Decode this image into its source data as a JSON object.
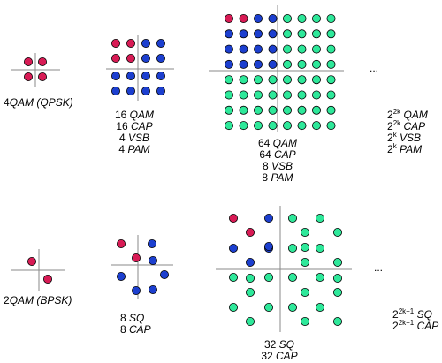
{
  "colors": {
    "red": "#d81b55",
    "blue": "#1c3fcf",
    "green": "#2ee89a",
    "axis": "#8a8a8a",
    "outline": "#000000"
  },
  "diagrams": [
    {
      "name": "qam4",
      "label": [
        [
          "4",
          ""
        ],
        [
          "QAM (QPSK)",
          "it"
        ]
      ]
    },
    {
      "name": "qam16",
      "label_lines": [
        [
          [
            "16 ",
            ""
          ],
          [
            "QAM",
            "it"
          ]
        ],
        [
          [
            "16 ",
            ""
          ],
          [
            "CAP",
            "it"
          ]
        ],
        [
          [
            "4 ",
            ""
          ],
          [
            "VSB",
            "it"
          ]
        ],
        [
          [
            "4 ",
            ""
          ],
          [
            "PAM",
            "it"
          ]
        ]
      ]
    },
    {
      "name": "qam64",
      "label_lines": [
        [
          [
            "64 ",
            ""
          ],
          [
            "QAM",
            "it"
          ]
        ],
        [
          [
            "64 ",
            ""
          ],
          [
            "CAP",
            "it"
          ]
        ],
        [
          [
            "8 ",
            ""
          ],
          [
            "VSB",
            "it"
          ]
        ],
        [
          [
            "8 ",
            ""
          ],
          [
            "PAM",
            "it"
          ]
        ]
      ]
    },
    {
      "name": "qam2",
      "label": [
        [
          "2",
          ""
        ],
        [
          "QAM (BPSK)",
          "it"
        ]
      ]
    },
    {
      "name": "sq8",
      "label_lines": [
        [
          [
            "8 ",
            ""
          ],
          [
            "SQ",
            "it"
          ]
        ],
        [
          [
            "8 ",
            ""
          ],
          [
            "CAP",
            "it"
          ]
        ]
      ]
    },
    {
      "name": "sq32",
      "label_lines": [
        [
          [
            "32 ",
            ""
          ],
          [
            "SQ",
            "it"
          ]
        ],
        [
          [
            "32 ",
            ""
          ],
          [
            "CAP",
            "it"
          ]
        ]
      ]
    }
  ],
  "general_top": [
    {
      "base": "2",
      "exp": "2k",
      "name": "QAM"
    },
    {
      "base": "2",
      "exp": "2k",
      "name": "CAP"
    },
    {
      "base": "2",
      "exp": "k",
      "name": "VSB"
    },
    {
      "base": "2",
      "exp": "k",
      "name": "PAM"
    }
  ],
  "general_bottom": [
    {
      "base": "2",
      "exp": "2k−1",
      "name": "SQ"
    },
    {
      "base": "2",
      "exp": "2k−1",
      "name": "CAP"
    }
  ],
  "ellipsis": "..."
}
